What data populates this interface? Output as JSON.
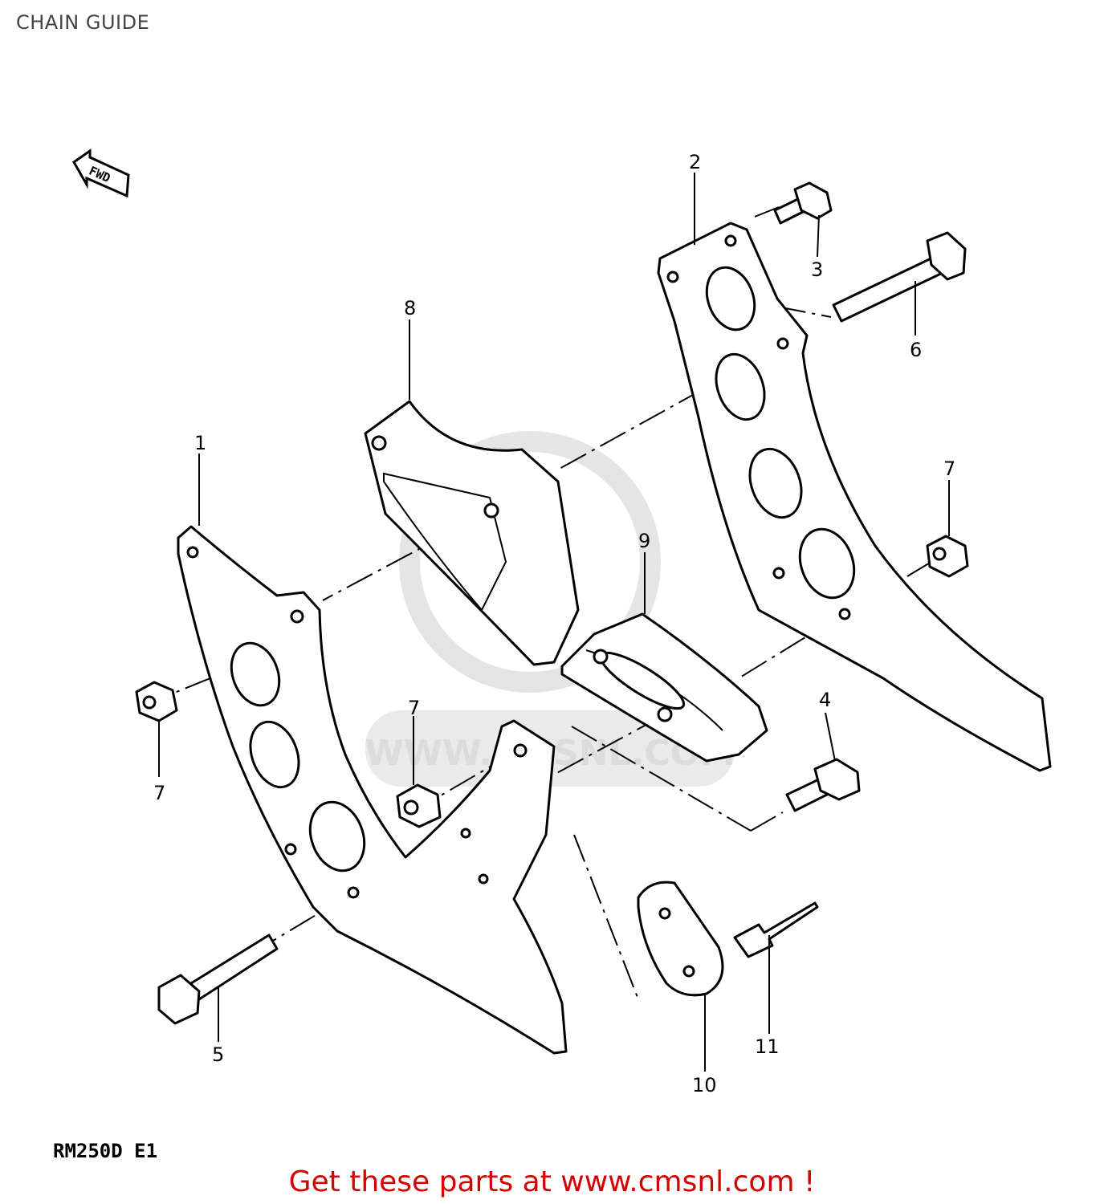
{
  "title": "CHAIN GUIDE",
  "model_code": "RM250D E1",
  "direction_arrow": "FWD",
  "watermark": "WWW.CMSNL.COM",
  "footer_link": "Get these parts at www.cmsnl.com !",
  "callouts": {
    "c1": "1",
    "c2": "2",
    "c3": "3",
    "c4": "4",
    "c5": "5",
    "c6": "6",
    "c7a": "7",
    "c7b": "7",
    "c7c": "7",
    "c8": "8",
    "c9": "9",
    "c10": "10",
    "c11": "11"
  },
  "colors": {
    "link": "#d40000",
    "line": "#000000",
    "watermark": "#d9d9d9"
  }
}
